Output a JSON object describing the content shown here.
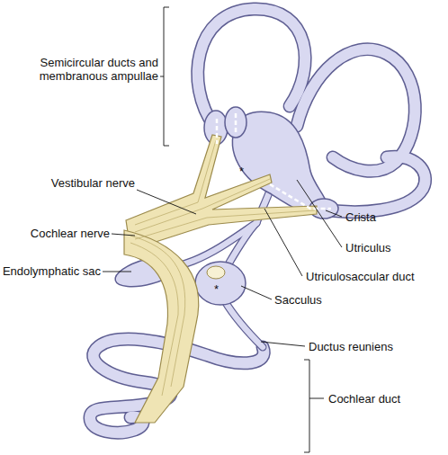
{
  "diagram": {
    "labels": [
      "Semicircular ducts and membranous ampullae",
      "Vestibular nerve",
      "Cochlear nerve",
      "Endolymphatic sac",
      "Crista",
      "Utriculus",
      "Utriculosaccular duct",
      "Sacculus",
      "Ductus reuniens",
      "Cochlear duct",
      "*",
      "*"
    ]
  }
}
